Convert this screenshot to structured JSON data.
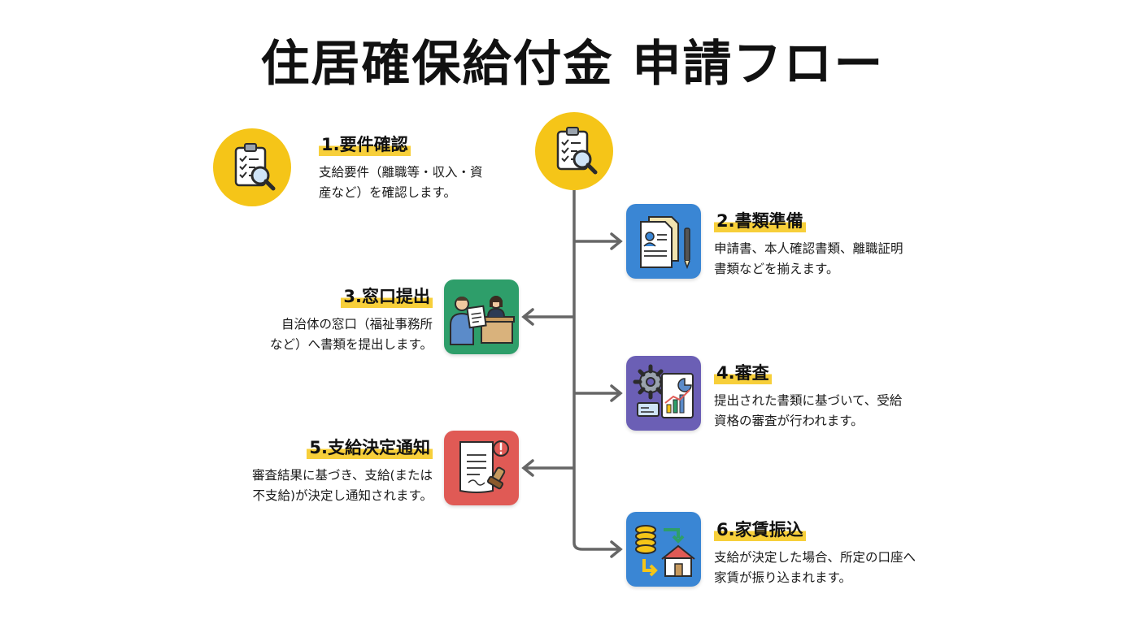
{
  "title": "住居確保給付金 申請フロー",
  "colors": {
    "yellow": "#f5c518",
    "blue": "#3a86d4",
    "green": "#2e9e6a",
    "purple": "#6b5fb5",
    "red": "#e05a55",
    "highlight": "#f7cf3a",
    "line": "#666666"
  },
  "steps": [
    {
      "title": "1.要件確認",
      "desc_lines": [
        "支給要件（離職等・収入・資",
        "産など）を確認します。"
      ],
      "icon": "clipboard-search-icon"
    },
    {
      "title": "2.書類準備",
      "desc_lines": [
        "申請書、本人確認書類、離職証明",
        "書類などを揃えます。"
      ],
      "icon": "documents-pen-icon"
    },
    {
      "title": "3.窓口提出",
      "desc_lines": [
        "自治体の窓口（福祉事務所",
        "など）へ書類を提出します。"
      ],
      "icon": "counter-submit-icon"
    },
    {
      "title": "4.審査",
      "desc_lines": [
        "提出された書類に基づいて、受給",
        "資格の審査が行われます。"
      ],
      "icon": "gear-chart-icon"
    },
    {
      "title": "5.支給決定通知",
      "desc_lines": [
        "審査結果に基づき、支給(または",
        "不支給)が決定し通知されます。"
      ],
      "icon": "notice-stamp-icon"
    },
    {
      "title": "6.家賃振込",
      "desc_lines": [
        "支給が決定した場合、所定の口座へ",
        "家賃が振り込まれます。"
      ],
      "icon": "coins-house-icon"
    }
  ]
}
